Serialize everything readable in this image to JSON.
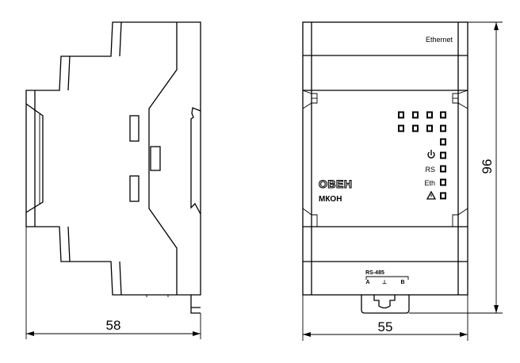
{
  "dimensions": {
    "side_width": "58",
    "front_width": "55",
    "height": "96"
  },
  "front_panel": {
    "top_label": "Ethernet",
    "brand": "ОВЕН",
    "model": "МКОН",
    "indicators": [
      {
        "icon": "power-icon",
        "label": ""
      },
      {
        "icon": "",
        "label": "RS"
      },
      {
        "icon": "",
        "label": "Eth"
      },
      {
        "icon": "warning-icon",
        "label": ""
      }
    ],
    "led_count": 13,
    "terminal": {
      "title": "RS-485",
      "pins": [
        "A",
        "⊥",
        "B"
      ]
    }
  }
}
